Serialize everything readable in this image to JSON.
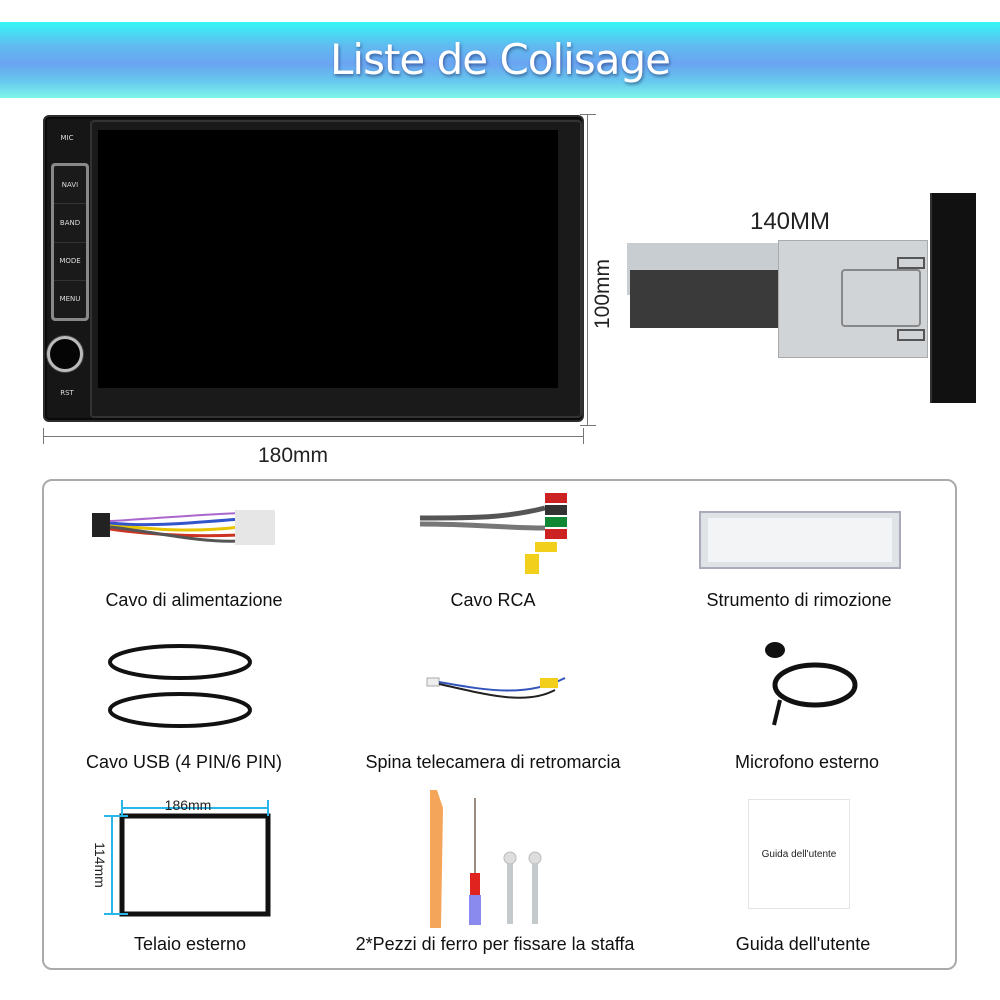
{
  "banner": {
    "title": "Liste de Colisage"
  },
  "head_unit": {
    "labels": {
      "mic": "MIC",
      "rst": "RST"
    },
    "buttons": [
      "NAVI",
      "BAND",
      "MODE",
      "MENU"
    ],
    "width_label": "180mm",
    "height_label": "100mm"
  },
  "side_view": {
    "depth_label": "140MM"
  },
  "items": [
    {
      "label": "Cavo di alimentazione",
      "icon": "wiring-harness-icon"
    },
    {
      "label": "Cavo RCA",
      "icon": "rca-cable-icon"
    },
    {
      "label": "Strumento di rimozione",
      "icon": "mounting-bracket-icon"
    },
    {
      "label": "Cavo USB (4 PIN/6 PIN)",
      "icon": "usb-cable-icon"
    },
    {
      "label": "Spina telecamera di retromarcia",
      "icon": "reverse-camera-cable-icon"
    },
    {
      "label": "Microfono esterno",
      "icon": "microphone-icon"
    },
    {
      "label": "Telaio esterno",
      "icon": "outer-frame-icon"
    },
    {
      "label": "2*Pezzi di ferro per fissare la staffa",
      "icon": "tools-screws-icon"
    },
    {
      "label": "Guida dell'utente",
      "icon": "user-guide-icon"
    }
  ],
  "frame": {
    "width_label": "186mm",
    "height_label": "114mm"
  },
  "guide_cover_text": "Guida dell'utente",
  "colors": {
    "banner_cyan": "#35f6f6",
    "banner_blue": "#6aa4f2",
    "dim_arrow": "#29b6e8",
    "pry_tool": "#f5a55a",
    "screwdriver_red": "#e0231f"
  }
}
